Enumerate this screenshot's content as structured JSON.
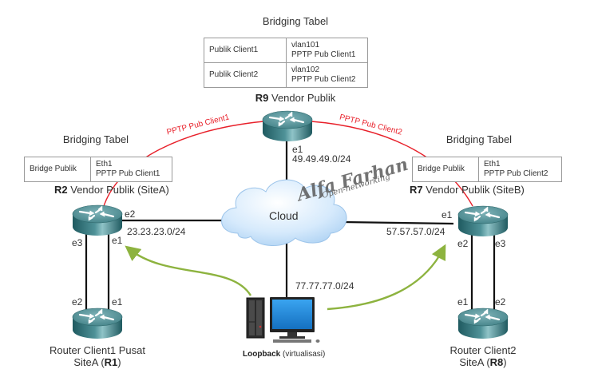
{
  "diagram": {
    "top_table": {
      "title": "Bridging Tabel",
      "rows": [
        {
          "key": "Publik Client1",
          "line1": "vlan101",
          "line2": "PPTP Pub Client1"
        },
        {
          "key": "Publik Client2",
          "line1": "vlan102",
          "line2": "PPTP Pub Client2"
        }
      ]
    },
    "left_table": {
      "title": "Bridging Tabel",
      "key": "Bridge Publik",
      "line1": "Eth1",
      "line2": "PPTP Pub Client1"
    },
    "right_table": {
      "title": "Bridging Tabel",
      "key": "Bridge Publik",
      "line1": "Eth1",
      "line2": "PPTP Pub Client2"
    },
    "nodes": {
      "r9": {
        "id": "R9",
        "name": "Vendor Publik",
        "port": "e1",
        "network": "49.49.49.0/24"
      },
      "r2": {
        "id": "R2",
        "name": "Vendor Publik (SiteA)",
        "ports": {
          "e1": "e1",
          "e2": "e2",
          "e3": "e3"
        },
        "network": "23.23.23.0/24"
      },
      "r7": {
        "id": "R7",
        "name": "Vendor Publik (SiteB)",
        "ports": {
          "e1": "e1",
          "e2": "e2",
          "e3": "e3"
        },
        "network": "57.57.57.0/24"
      },
      "r1": {
        "label_line1": "Router Client1 Pusat",
        "label_prefix": "SiteA (",
        "id": "R1",
        "label_suffix": ")",
        "ports": {
          "e1": "e1",
          "e2": "e2"
        }
      },
      "r8": {
        "label_line1": "Router Client2",
        "label_prefix": "SiteA (",
        "id": "R8",
        "label_suffix": ")",
        "ports": {
          "e1": "e1",
          "e2": "e2"
        }
      },
      "cloud": {
        "label": "Cloud"
      },
      "pc": {
        "bold": "Loopback",
        "rest": " (virtualisasi)",
        "network": "77.77.77.0/24"
      }
    },
    "tunnels": {
      "left": "PPTP Pub Client1",
      "right": "PPTP Pub Client2"
    },
    "watermark": {
      "main": "Alfa Farhan",
      "sub": "Open-networking"
    },
    "colors": {
      "tunnel": "#e8202a",
      "arrow": "#8db33f",
      "link": "#111111",
      "router_top": "#5e9aa0",
      "router_side": "#2f6d73",
      "cloud_fill": "#cfe6fb",
      "monitor_screen": "#1e8fe0"
    }
  }
}
